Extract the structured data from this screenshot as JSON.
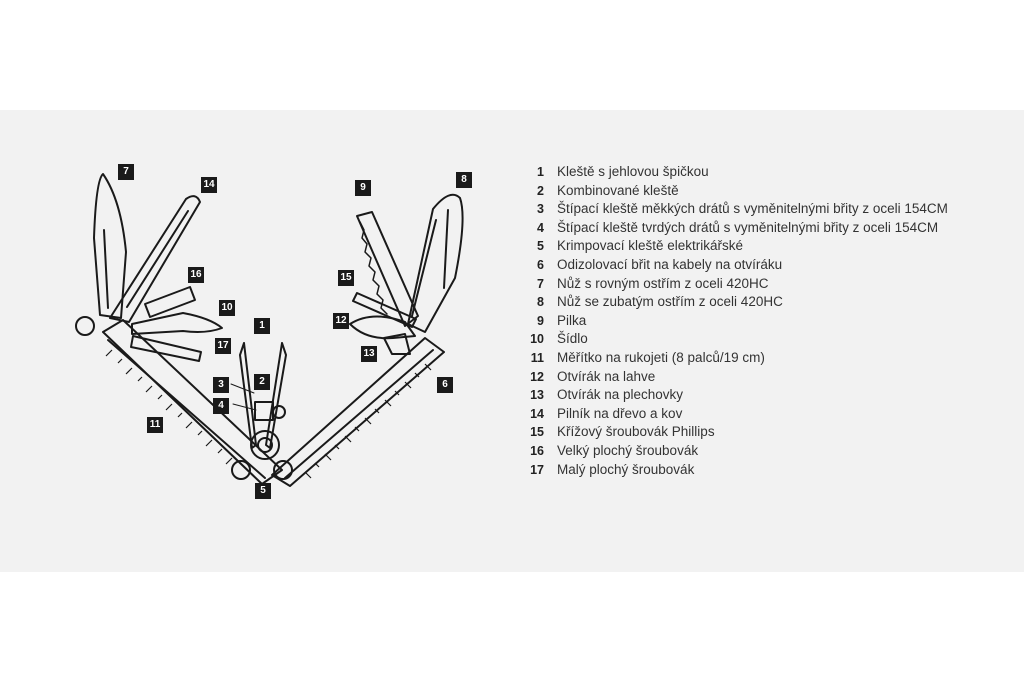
{
  "tags": [
    "1",
    "2",
    "3",
    "4",
    "5",
    "6",
    "7",
    "8",
    "9",
    "10",
    "11",
    "12",
    "13",
    "14",
    "15",
    "16",
    "17"
  ],
  "legend": [
    {
      "num": "1",
      "text": "Kleště s jehlovou špičkou"
    },
    {
      "num": "2",
      "text": "Kombinované kleště"
    },
    {
      "num": "3",
      "text": "Štípací kleště měkkých drátů s vyměnitelnými břity z oceli 154CM"
    },
    {
      "num": "4",
      "text": "Štípací kleště tvrdých drátů s vyměnitelnými břity z oceli 154CM"
    },
    {
      "num": "5",
      "text": "Krimpovací kleště elektrikářské"
    },
    {
      "num": "6",
      "text": "Odizolovací břit na kabely na otvíráku"
    },
    {
      "num": "7",
      "text": "Nůž s rovným ostřím z oceli 420HC"
    },
    {
      "num": "8",
      "text": "Nůž se zubatým ostřím z oceli 420HC"
    },
    {
      "num": "9",
      "text": "Pilka"
    },
    {
      "num": "10",
      "text": "Šídlo"
    },
    {
      "num": "11",
      "text": "Měřítko na rukojeti (8 palců/19 cm)"
    },
    {
      "num": "12",
      "text": "Otvírák na lahve"
    },
    {
      "num": "13",
      "text": "Otvírák na plechovky"
    },
    {
      "num": "14",
      "text": "Pilník na dřevo a kov"
    },
    {
      "num": "15",
      "text": "Křížový šroubovák Phillips"
    },
    {
      "num": "16",
      "text": "Velký plochý šroubovák"
    },
    {
      "num": "17",
      "text": "Malý plochý šroubovák"
    }
  ]
}
